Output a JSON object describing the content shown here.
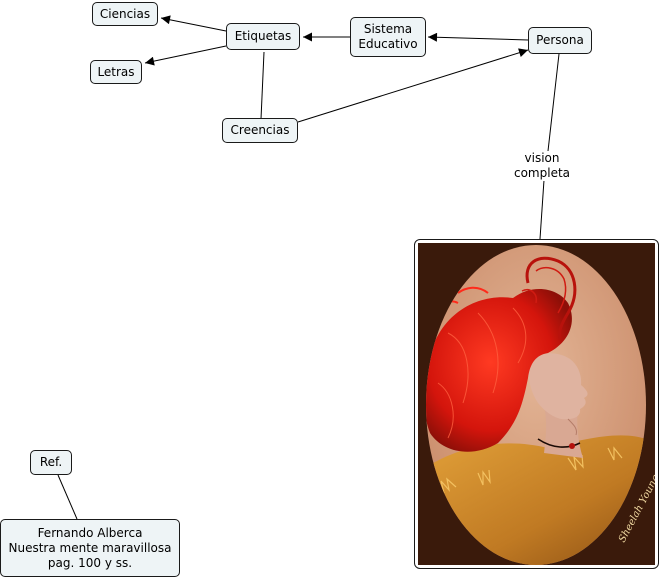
{
  "concept_map": {
    "nodes": {
      "ciencias": "Ciencias",
      "letras": "Letras",
      "etiquetas": "Etiquetas",
      "sistema_educativo": "Sistema\nEducativo",
      "persona": "Persona",
      "creencias": "Creencias",
      "ref": "Ref.",
      "reference": "Fernando Alberca\nNuestra mente maravillosa\npag. 100 y ss."
    },
    "link_labels": {
      "persona_image": "vision\ncompleta"
    },
    "image": {
      "signature": "Sheelah Young",
      "colors": {
        "background": "#3a1a0b",
        "oval": "#d9a27f",
        "hair": "#e21d12",
        "fur": "#d08a2a",
        "skin": "#d9a893"
      }
    }
  }
}
